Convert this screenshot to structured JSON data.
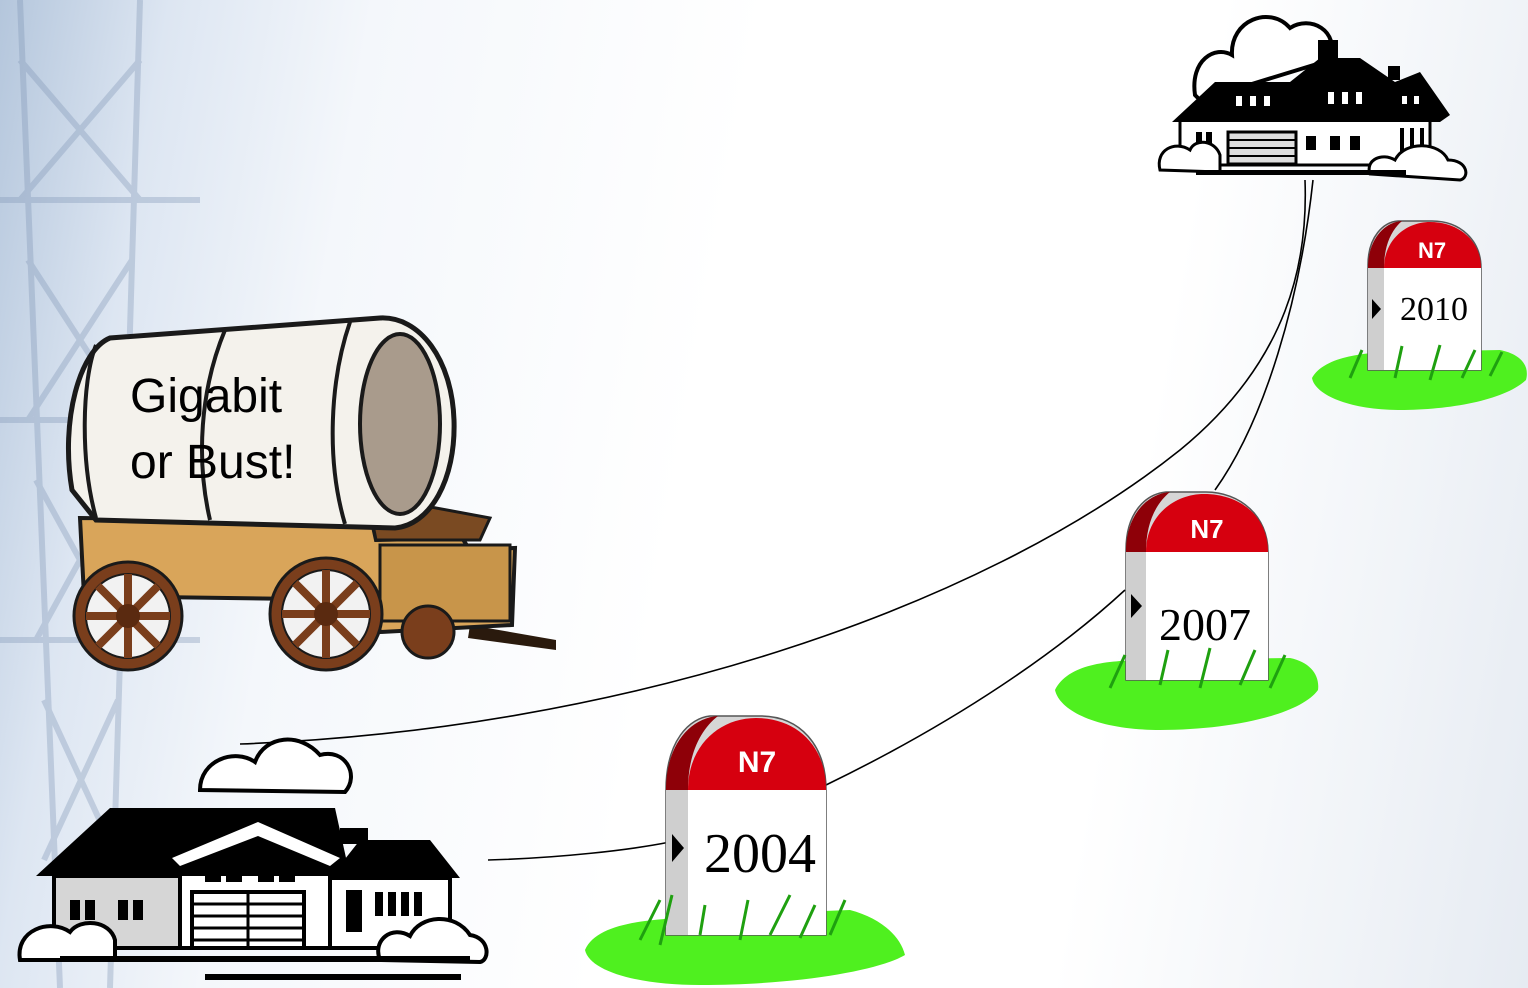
{
  "wagon": {
    "line1": "Gigabit",
    "line2": "or Bust!"
  },
  "milestones": [
    {
      "route": "N7",
      "year": "2004"
    },
    {
      "route": "N7",
      "year": "2007"
    },
    {
      "route": "N7",
      "year": "2010"
    }
  ],
  "colors": {
    "milestone_cap": "#d6000f",
    "milestone_cap_dark": "#8e0008",
    "grass": "#4ff01f",
    "wagon_body": "#d9a55a",
    "wagon_wheel": "#7a3e1c",
    "wagon_cover": "#f4f2ec"
  }
}
